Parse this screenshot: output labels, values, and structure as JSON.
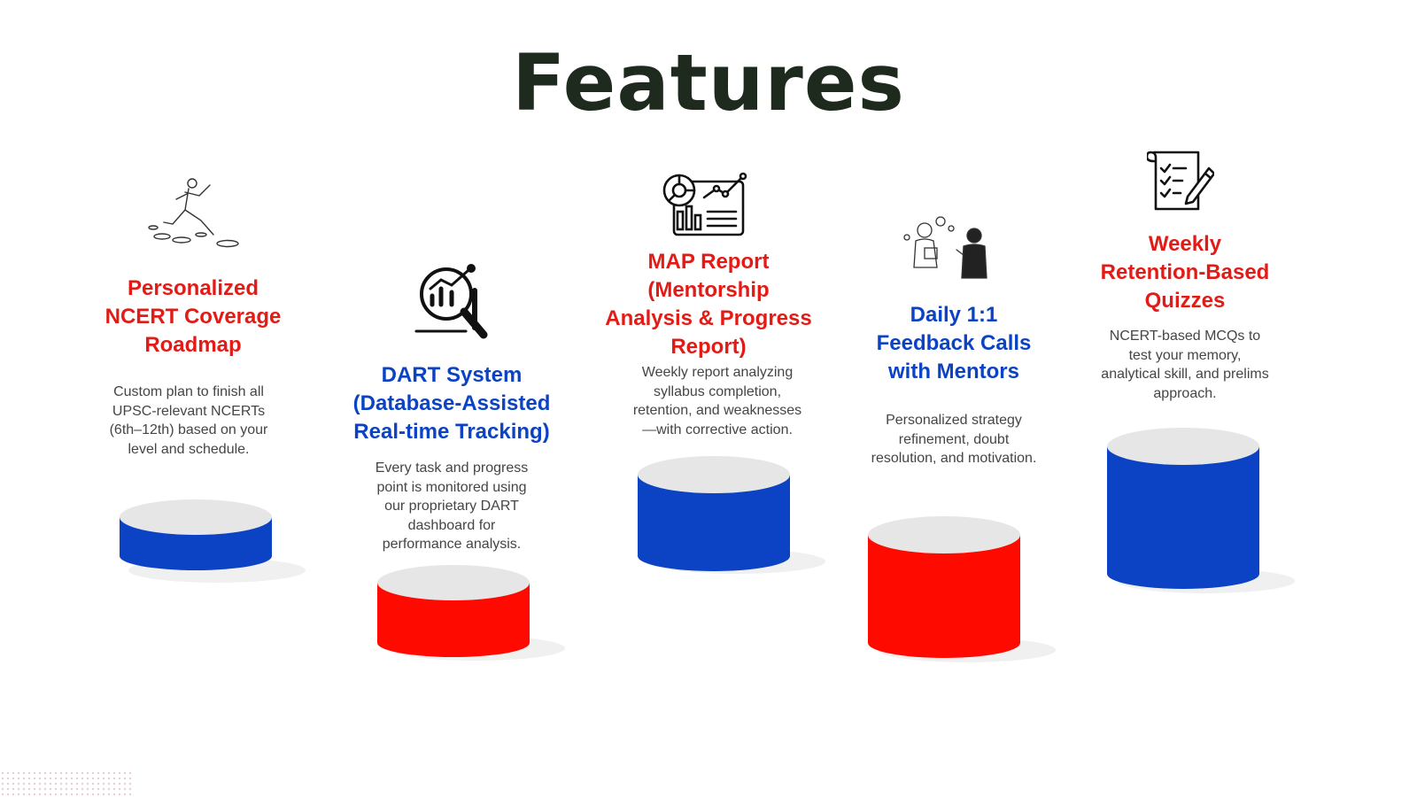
{
  "title": "Features",
  "colors": {
    "red": "#e31b16",
    "blue": "#0b43c4",
    "cylinder_top": "#e6e6e6"
  },
  "features": [
    {
      "title_lines": [
        "Personalized",
        "NCERT Coverage",
        "Roadmap"
      ],
      "title_color": "red",
      "description_lines": [
        "Custom plan to finish all",
        "UPSC-relevant NCERTs",
        "(6th–12th) based on your",
        "level and schedule."
      ],
      "icon": "person-running-stepping-stones-icon",
      "cylinder_color": "blue"
    },
    {
      "title_lines": [
        "DART System",
        "(Database-Assisted",
        "Real-time Tracking)"
      ],
      "title_color": "blue",
      "description_lines": [
        "Every task and progress",
        "point is monitored using",
        "our proprietary DART",
        "dashboard for",
        "performance analysis."
      ],
      "icon": "magnifier-analytics-icon",
      "cylinder_color": "red"
    },
    {
      "title_lines": [
        "MAP Report",
        "(Mentorship",
        "Analysis & Progress",
        "Report)"
      ],
      "title_color": "red",
      "description_lines": [
        "Weekly report analyzing",
        "syllabus completion,",
        "retention, and weaknesses",
        "—with corrective action."
      ],
      "icon": "analytics-dashboard-icon",
      "cylinder_color": "blue"
    },
    {
      "title_lines": [
        "Daily 1:1",
        "Feedback Calls",
        "with Mentors"
      ],
      "title_color": "blue",
      "description_lines": [
        "Personalized strategy",
        "refinement, doubt",
        "resolution, and motivation."
      ],
      "icon": "mentor-conversation-icon",
      "cylinder_color": "red"
    },
    {
      "title_lines": [
        "Weekly",
        "Retention-Based",
        "Quizzes"
      ],
      "title_color": "red",
      "description_lines": [
        "NCERT-based MCQs to",
        "test your memory,",
        "analytical skill, and prelims",
        "approach."
      ],
      "icon": "checklist-pencil-icon",
      "cylinder_color": "blue"
    }
  ]
}
